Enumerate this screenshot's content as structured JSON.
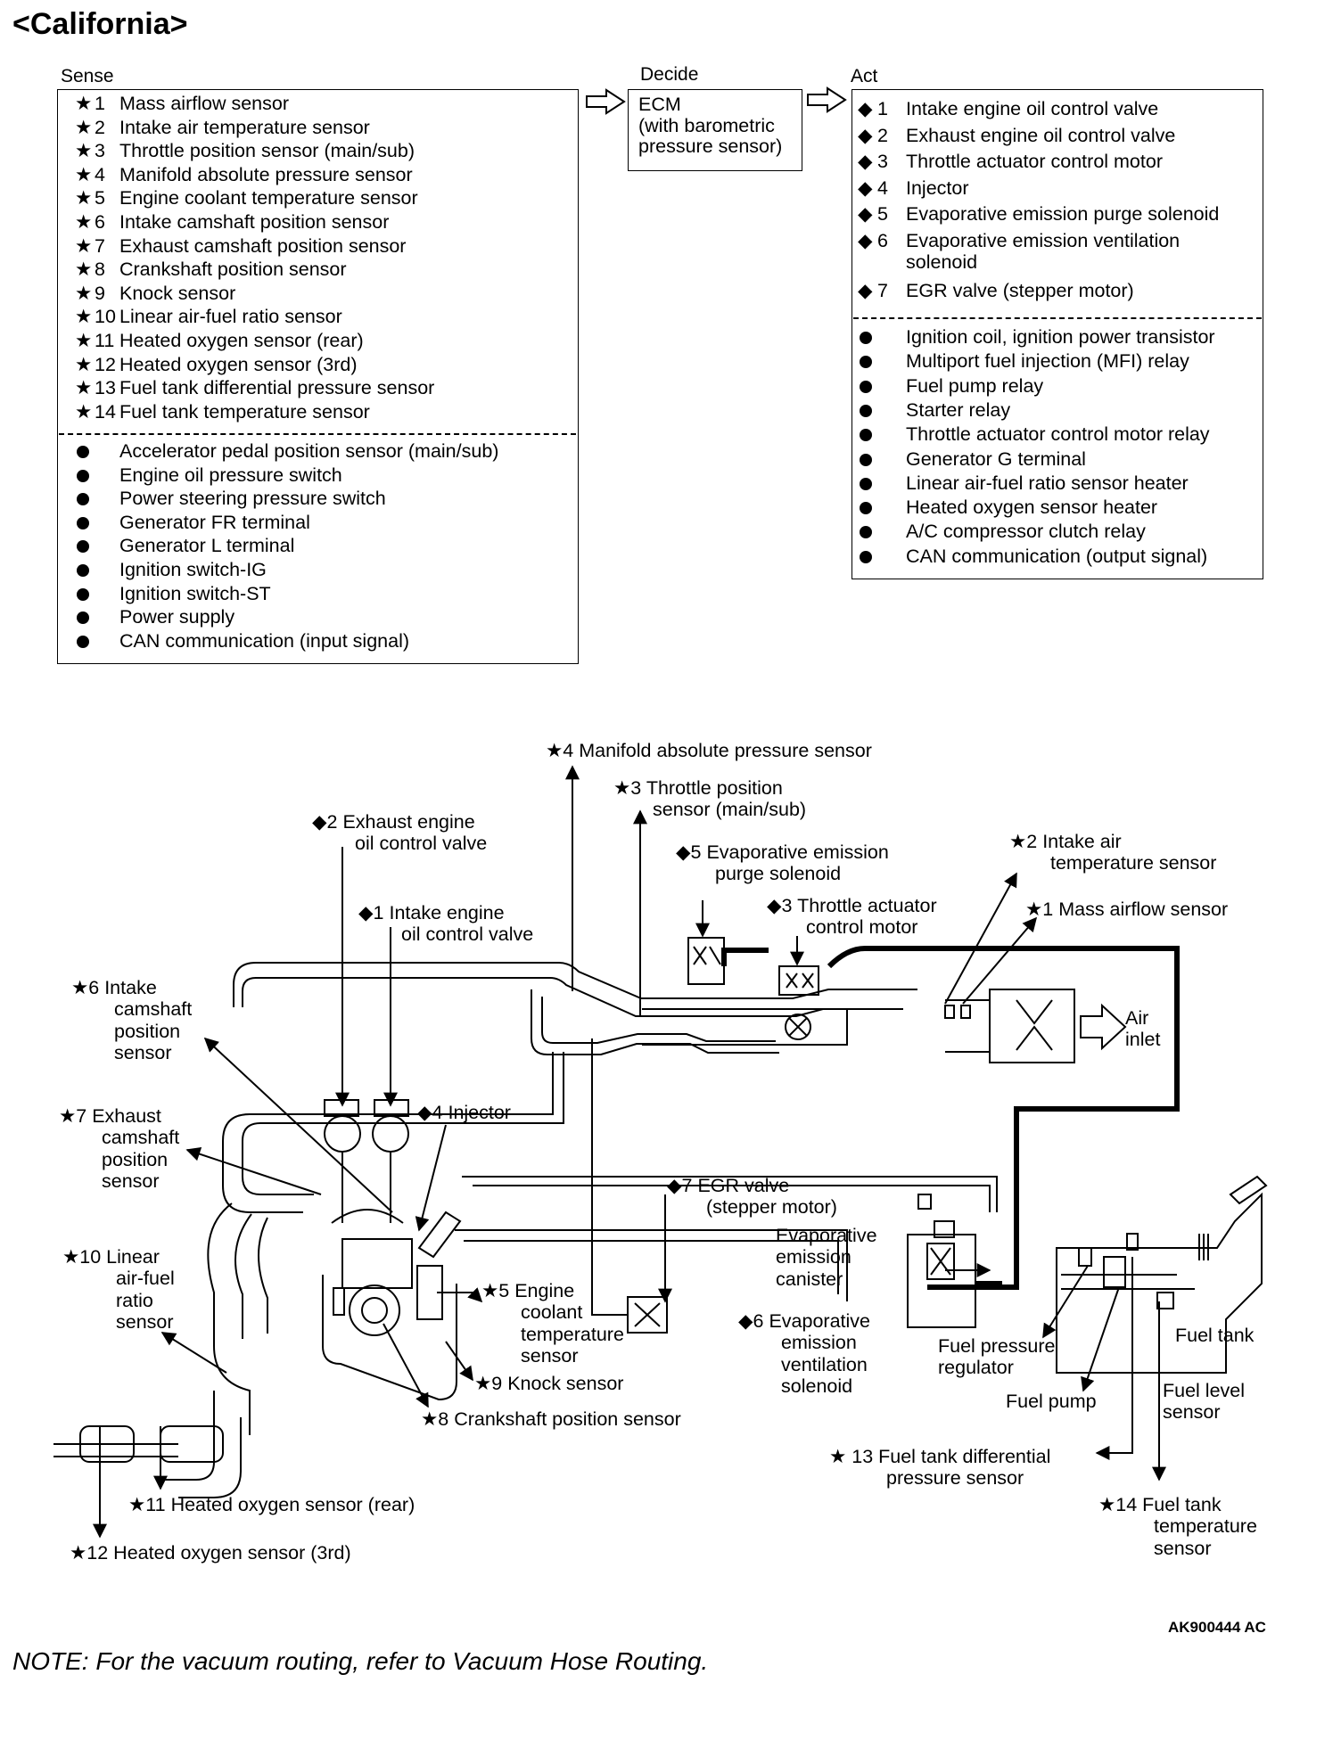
{
  "title": "<California>",
  "headers": {
    "sense": "Sense",
    "decide": "Decide",
    "act": "Act"
  },
  "ecm": {
    "line1": "ECM",
    "line2": "(with barometric",
    "line3": "pressure sensor)"
  },
  "sense_star": [
    {
      "n": "1",
      "text": "Mass airflow sensor"
    },
    {
      "n": "2",
      "text": "Intake air temperature sensor"
    },
    {
      "n": "3",
      "text": "Throttle position sensor (main/sub)"
    },
    {
      "n": "4",
      "text": "Manifold absolute pressure sensor"
    },
    {
      "n": "5",
      "text": "Engine coolant temperature sensor"
    },
    {
      "n": "6",
      "text": "Intake camshaft position sensor"
    },
    {
      "n": "7",
      "text": "Exhaust camshaft position sensor"
    },
    {
      "n": "8",
      "text": "Crankshaft position sensor"
    },
    {
      "n": "9",
      "text": "Knock sensor"
    },
    {
      "n": "10",
      "text": "Linear air-fuel ratio sensor"
    },
    {
      "n": "11",
      "text": "Heated oxygen sensor (rear)"
    },
    {
      "n": "12",
      "text": "Heated oxygen sensor (3rd)"
    },
    {
      "n": "13",
      "text": "Fuel tank differential pressure sensor"
    },
    {
      "n": "14",
      "text": "Fuel tank temperature sensor"
    }
  ],
  "sense_dot": [
    "Accelerator pedal position sensor (main/sub)",
    "Engine oil pressure switch",
    "Power steering pressure switch",
    "Generator FR terminal",
    "Generator L terminal",
    "Ignition switch-IG",
    "Ignition switch-ST",
    "Power supply",
    "CAN communication (input signal)"
  ],
  "act_diamond": [
    {
      "n": "1",
      "text": "Intake engine oil control valve"
    },
    {
      "n": "2",
      "text": "Exhaust engine oil control valve"
    },
    {
      "n": "3",
      "text": "Throttle actuator control motor"
    },
    {
      "n": "4",
      "text": "Injector"
    },
    {
      "n": "5",
      "text": "Evaporative emission purge solenoid"
    },
    {
      "n": "6",
      "text": "Evaporative emission ventilation",
      "text2": "solenoid"
    },
    {
      "n": "7",
      "text": "EGR valve (stepper motor)"
    }
  ],
  "act_dot": [
    "Ignition coil, ignition power transistor",
    "Multiport fuel injection (MFI) relay",
    "Fuel pump relay",
    "Starter relay",
    "Throttle actuator control motor relay",
    "Generator G terminal",
    "Linear air-fuel ratio sensor heater",
    "Heated oxygen sensor heater",
    "A/C compressor clutch relay",
    "CAN communication (output signal)"
  ],
  "diagram": {
    "map": "★4  Manifold absolute pressure sensor",
    "tps": [
      "★3  Throttle position",
      "sensor (main/sub)"
    ],
    "exh_ocv": [
      "◆2  Exhaust engine",
      "oil control valve"
    ],
    "purge": [
      "◆5  Evaporative emission",
      "purge solenoid"
    ],
    "iat": [
      "★2  Intake air",
      "temperature sensor"
    ],
    "int_ocv": [
      "◆1  Intake engine",
      "oil control valve"
    ],
    "throttle_motor": [
      "◆3  Throttle actuator",
      "control motor"
    ],
    "maf": "★1  Mass airflow sensor",
    "int_cam": [
      "★6  Intake",
      "camshaft",
      "position",
      "sensor"
    ],
    "air_inlet": [
      "Air",
      "inlet"
    ],
    "injector": "◆4  Injector",
    "exh_cam": [
      "★7  Exhaust",
      "camshaft",
      "position",
      "sensor"
    ],
    "egr": [
      "◆7  EGR valve",
      "(stepper motor)"
    ],
    "canister": [
      "Evaporative",
      "emission",
      "canister"
    ],
    "laf": [
      "★10  Linear",
      "air-fuel",
      "ratio",
      "sensor"
    ],
    "ect": [
      "★5  Engine",
      "coolant",
      "temperature",
      "sensor"
    ],
    "vent": [
      "◆6  Evaporative",
      "emission",
      "ventilation",
      "solenoid"
    ],
    "fpr": [
      "Fuel pressure",
      "regulator"
    ],
    "fuel_tank": "Fuel tank",
    "knock": "★9  Knock sensor",
    "fuel_level": [
      "Fuel level",
      "sensor"
    ],
    "ckp": "★8  Crankshaft position sensor",
    "fuel_pump": "Fuel pump",
    "ftdp": [
      "★ 13  Fuel tank differential",
      "pressure sensor"
    ],
    "ho2_rear": "★11  Heated oxygen sensor (rear)",
    "ftt": [
      "★14  Fuel tank",
      "temperature",
      "sensor"
    ],
    "ho2_3rd": "★12  Heated oxygen sensor (3rd)"
  },
  "figure_code": "AK900444 AC",
  "note": "NOTE: For the vacuum routing, refer to Vacuum Hose Routing."
}
